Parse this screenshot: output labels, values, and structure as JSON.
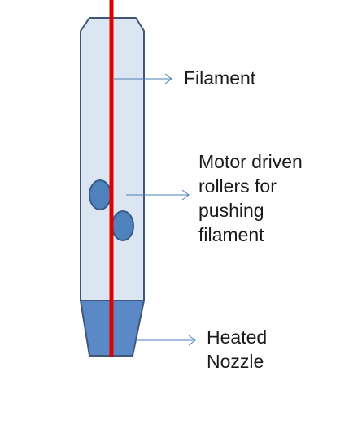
{
  "labels": {
    "filament": "Filament",
    "rollers": [
      "Motor driven",
      "rollers for",
      "pushing",
      "filament"
    ],
    "nozzle": [
      "Heated",
      "Nozzle"
    ]
  },
  "colors": {
    "body_fill": "#dce6f2",
    "body_stroke": "#41577a",
    "nozzle_fill": "#5b88c6",
    "roller_fill": "#4f81bd",
    "filament": "#e00000",
    "arrow": "#4a7ebb"
  }
}
